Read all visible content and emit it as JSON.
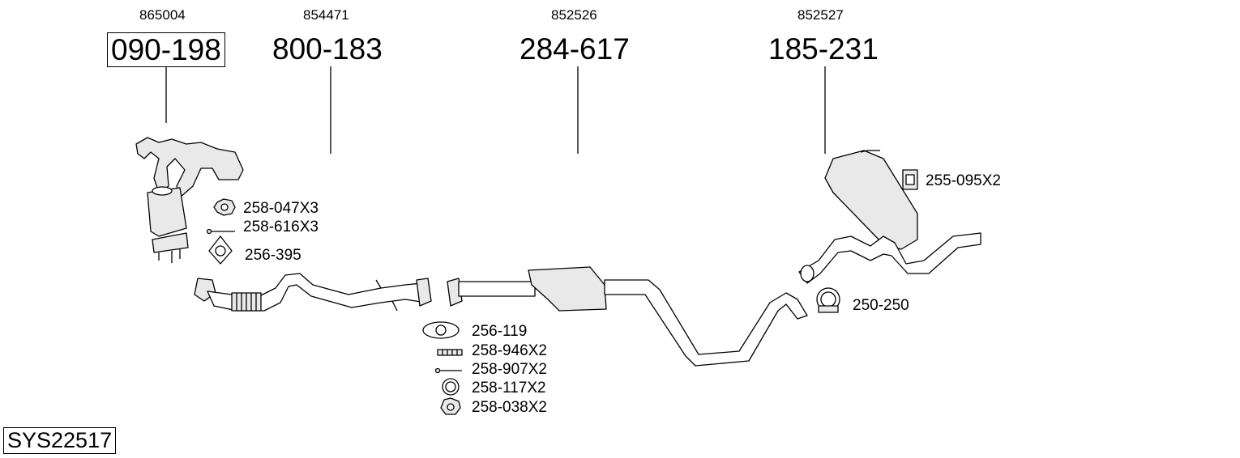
{
  "system_code": "SYS22517",
  "main_parts": [
    {
      "ref": "865004",
      "part": "090-198"
    },
    {
      "ref": "854471",
      "part": "800-183"
    },
    {
      "ref": "852526",
      "part": "284-617"
    },
    {
      "ref": "852527",
      "part": "185-231"
    }
  ],
  "fittings": {
    "f1": "258-047X3",
    "f2": "258-616X3",
    "f3": "256-395",
    "f4": "256-119",
    "f5": "258-946X2",
    "f6": "258-907X2",
    "f7": "258-117X2",
    "f8": "258-038X2",
    "f9": "255-095X2",
    "f10": "250-250"
  }
}
